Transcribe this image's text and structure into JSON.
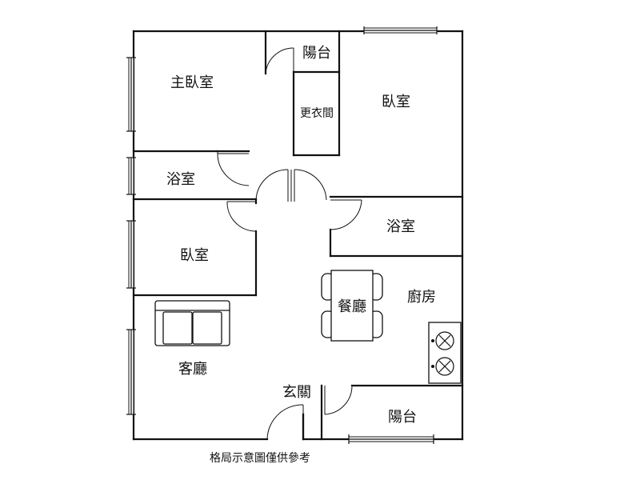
{
  "rooms": {
    "master_bedroom": "主臥室",
    "balcony_top": "陽台",
    "walk_in_closet": "更衣間",
    "bedroom_right": "臥室",
    "bathroom_left": "浴室",
    "bathroom_right": "浴室",
    "bedroom_left": "臥室",
    "dining_room": "餐廳",
    "kitchen": "廚房",
    "living_room": "客廳",
    "entrance": "玄關",
    "balcony_bottom": "陽台"
  },
  "caption": "格局示意圖僅供參考"
}
